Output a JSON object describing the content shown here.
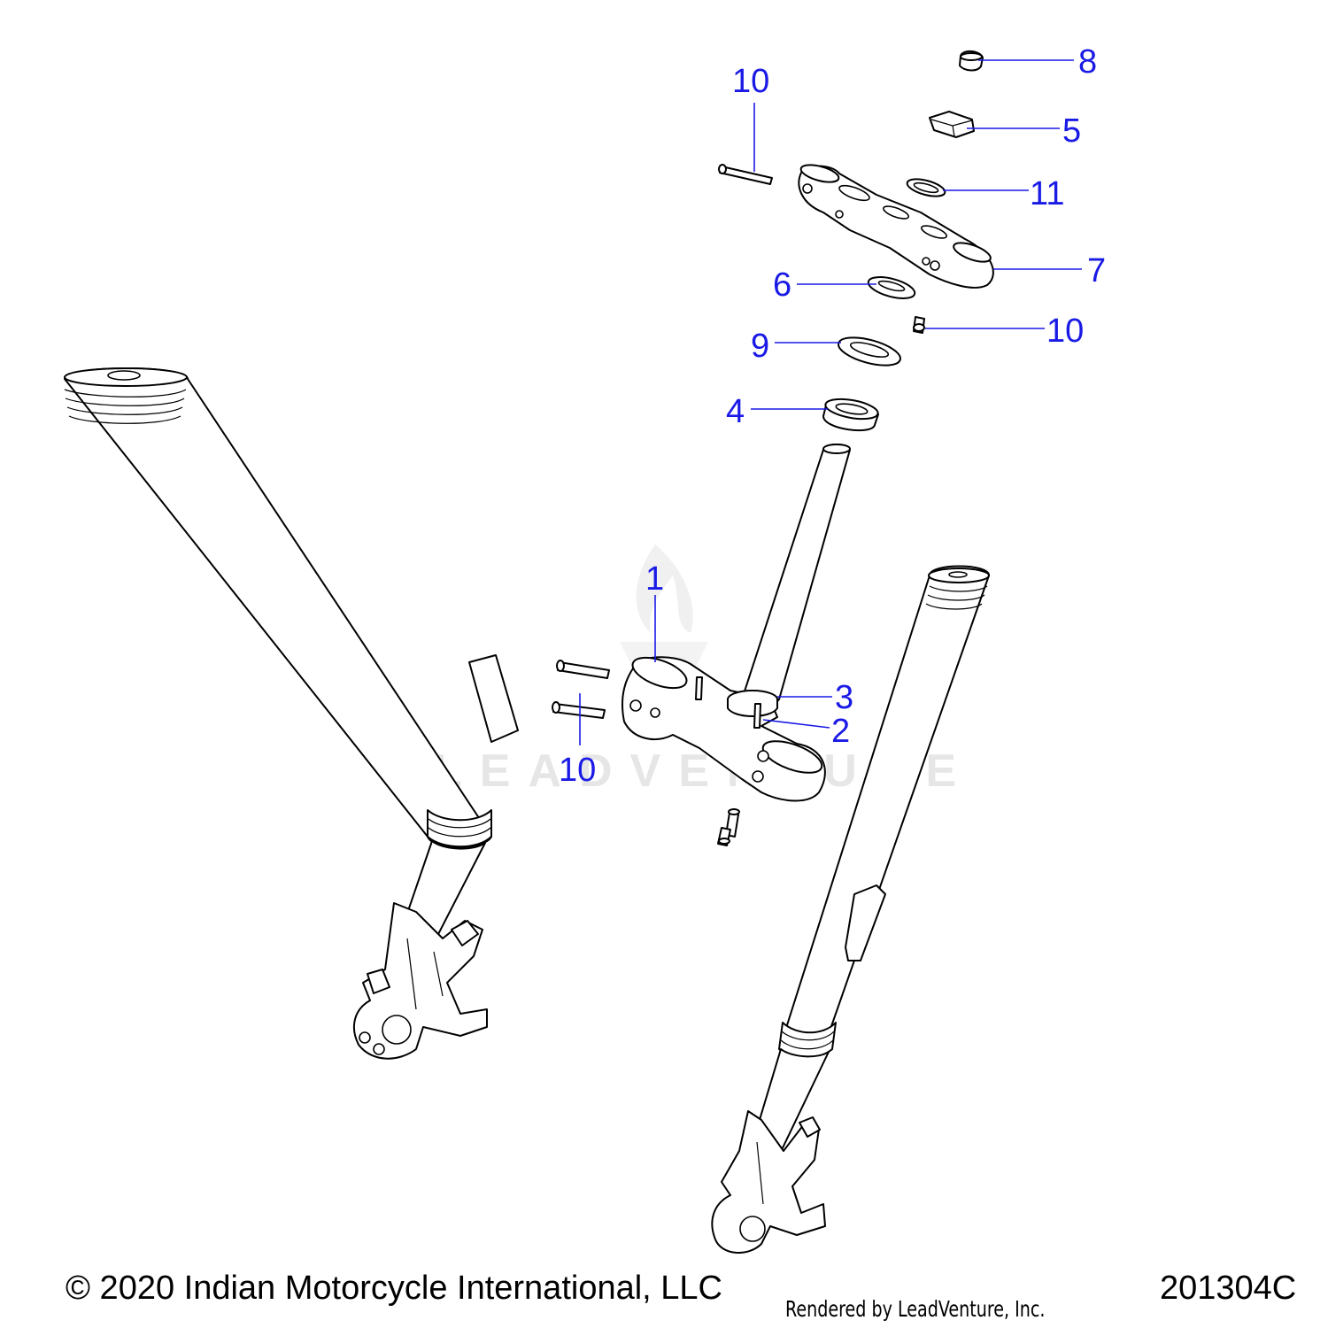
{
  "diagram": {
    "callout_color": "#1a1ae6",
    "watermark_color": "#e6e6e6",
    "watermark_text": "LEADVENTURE",
    "callouts": [
      {
        "id": "callout-8",
        "label": "8"
      },
      {
        "id": "callout-5",
        "label": "5"
      },
      {
        "id": "callout-11",
        "label": "11"
      },
      {
        "id": "callout-7",
        "label": "7"
      },
      {
        "id": "callout-10-top",
        "label": "10"
      },
      {
        "id": "callout-6",
        "label": "6"
      },
      {
        "id": "callout-10-right",
        "label": "10"
      },
      {
        "id": "callout-9",
        "label": "9"
      },
      {
        "id": "callout-4",
        "label": "4"
      },
      {
        "id": "callout-1",
        "label": "1"
      },
      {
        "id": "callout-3",
        "label": "3"
      },
      {
        "id": "callout-2",
        "label": "2"
      },
      {
        "id": "callout-10-bottom",
        "label": "10"
      }
    ]
  },
  "footer": {
    "copyright": "© 2020 Indian Motorcycle International, LLC",
    "rendered_by": "Rendered by LeadVenture, Inc.",
    "diagram_code": "201304C"
  }
}
